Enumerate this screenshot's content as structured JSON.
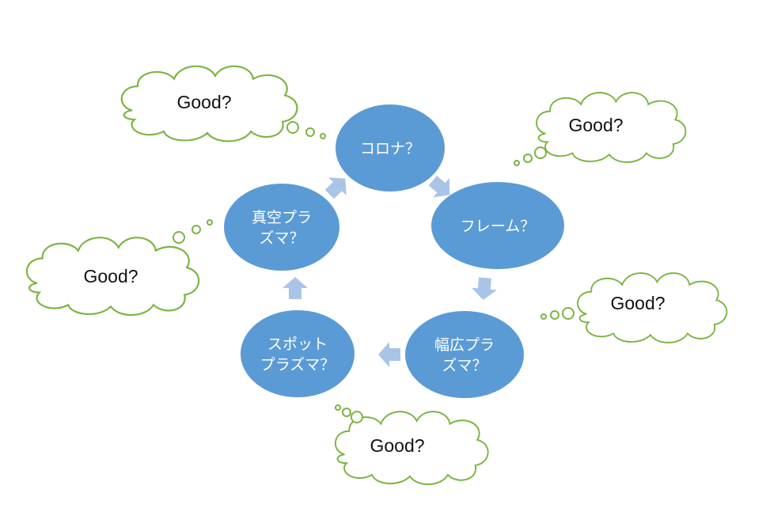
{
  "colors": {
    "node_fill": "#5b9bd5",
    "arrow_fill": "#a9c4e6",
    "cloud_stroke": "#7cb342"
  },
  "nodes": [
    {
      "name": "corona",
      "lines": [
        "コロナ？"
      ]
    },
    {
      "name": "flame",
      "lines": [
        "フレーム？"
      ]
    },
    {
      "name": "wide-plasma",
      "lines": [
        "幅広プラ",
        "ズマ？"
      ]
    },
    {
      "name": "spot-plasma",
      "lines": [
        "スポット",
        "プラズマ？"
      ]
    },
    {
      "name": "vacuum-plasma",
      "lines": [
        "真空プラ",
        "ズマ？"
      ]
    }
  ],
  "clouds": [
    {
      "label": "Good?"
    },
    {
      "label": "Good?"
    },
    {
      "label": "Good?"
    },
    {
      "label": "Good?"
    },
    {
      "label": "Good?"
    }
  ]
}
